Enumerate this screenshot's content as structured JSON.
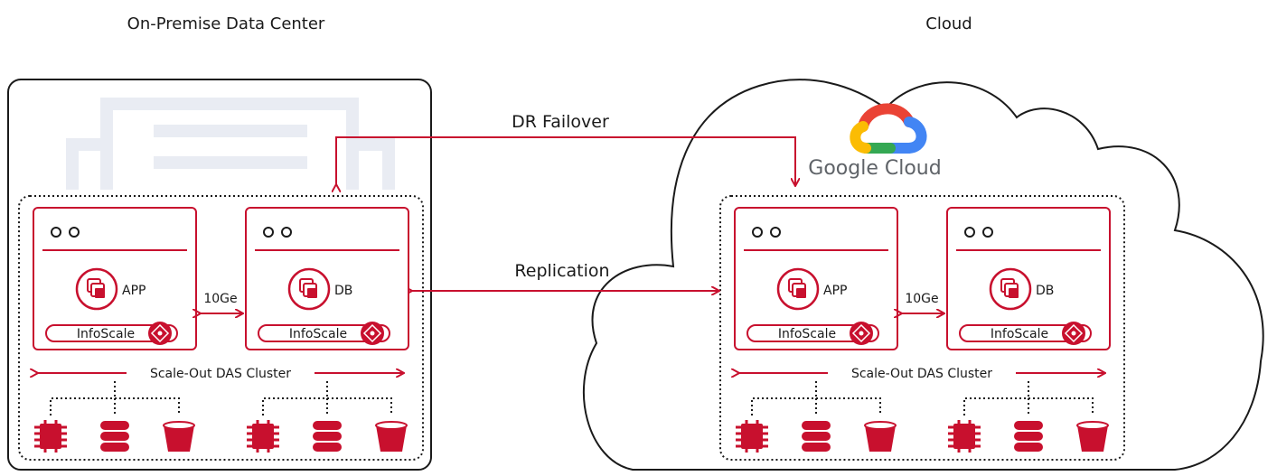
{
  "left_site": {
    "title": "On-Premise Data Center",
    "cluster_label": "Scale-Out DAS Cluster",
    "nodes": [
      {
        "role": "APP",
        "software": "InfoScale"
      },
      {
        "role": "DB",
        "software": "InfoScale"
      }
    ],
    "interconnect": "10Ge",
    "storage_icons": [
      "cpu-chip-icon",
      "database-stack-icon",
      "bucket-icon",
      "cpu-chip-icon",
      "database-stack-icon",
      "bucket-icon"
    ]
  },
  "right_site": {
    "title": "Cloud",
    "provider_name": "Google Cloud",
    "cluster_label": "Scale-Out DAS Cluster",
    "nodes": [
      {
        "role": "APP",
        "software": "InfoScale"
      },
      {
        "role": "DB",
        "software": "InfoScale"
      }
    ],
    "interconnect": "10Ge",
    "storage_icons": [
      "cpu-chip-icon",
      "database-stack-icon",
      "bucket-icon",
      "cpu-chip-icon",
      "database-stack-icon",
      "bucket-icon"
    ]
  },
  "links": {
    "failover": "DR Failover",
    "replication": "Replication"
  },
  "colors": {
    "accent": "#c8102e",
    "outline": "#1a1a1a",
    "building": "#e9ecf3",
    "google_blue": "#4285f4",
    "google_red": "#ea4335",
    "google_yellow": "#fbbc04",
    "google_green": "#34a853"
  }
}
